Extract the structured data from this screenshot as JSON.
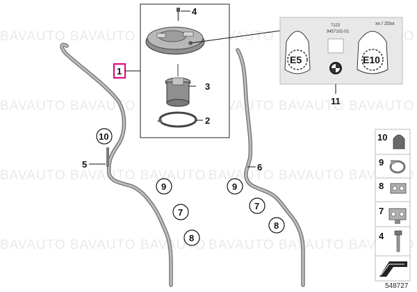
{
  "watermark": "BAVAUTO BAVAUTO BAVAUTO",
  "label_sticker": {
    "code": "7122",
    "part_number": "9457102-01",
    "date": "xx / 20xx",
    "fuel_left": "E5",
    "fuel_right": "E10"
  },
  "callouts": {
    "c1": "1",
    "c2": "2",
    "c3": "3",
    "c4": "4",
    "c5": "5",
    "c6": "6",
    "c7a": "7",
    "c7b": "7",
    "c8a": "8",
    "c8b": "8",
    "c9a": "9",
    "c9b": "9",
    "c10": "10",
    "c11": "11"
  },
  "legend": [
    {
      "number": "10",
      "icon": "rubber-cap-icon"
    },
    {
      "number": "9",
      "icon": "hose-clamp-icon"
    },
    {
      "number": "8",
      "icon": "double-clip-icon"
    },
    {
      "number": "7",
      "icon": "pipe-holder-icon"
    },
    {
      "number": "4",
      "icon": "bolt-icon"
    },
    {
      "number": "",
      "icon": "arrow-icon"
    }
  ],
  "reference_number": "548727",
  "colors": {
    "highlight": "#e0007a",
    "part_gray": "#9a9a9a",
    "sticker_bg": "#e8e8e8"
  }
}
